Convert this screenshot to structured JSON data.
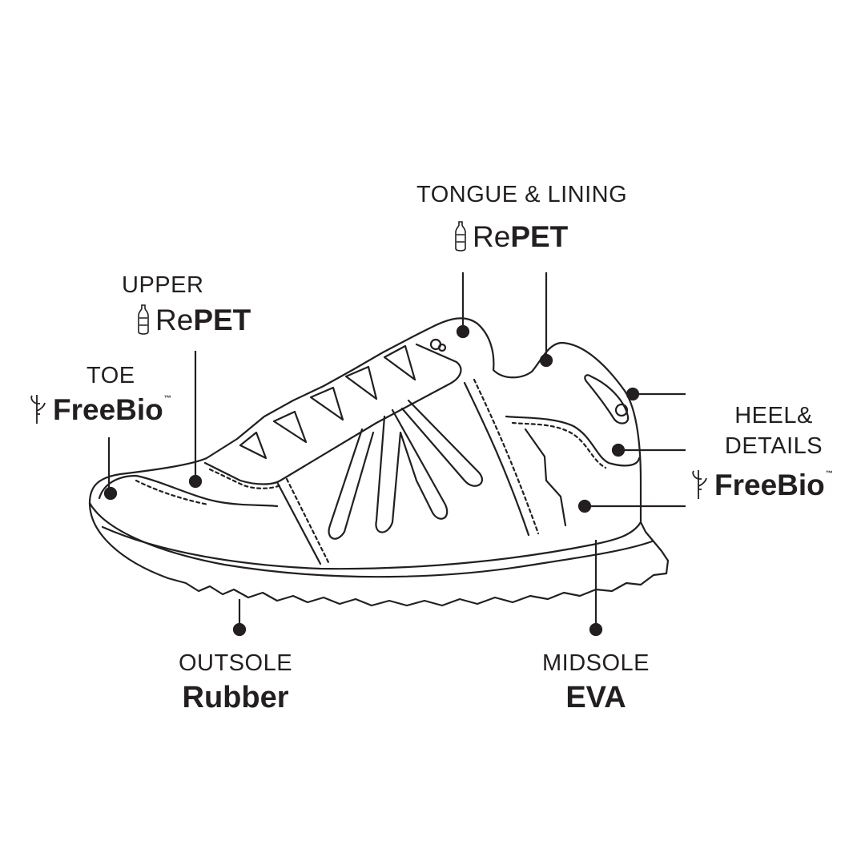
{
  "labels": {
    "tongue": {
      "part": "TONGUE & LINING",
      "material_prefix": "Re",
      "material_main": "PET",
      "icon": "bottle-icon"
    },
    "upper": {
      "part": "UPPER",
      "material_prefix": "Re",
      "material_main": "PET",
      "icon": "bottle-icon"
    },
    "toe": {
      "part": "TOE",
      "material": "FreeBio",
      "trademark": "™",
      "icon": "bamboo-icon"
    },
    "heel": {
      "part_line1": "HEEL&",
      "part_line2": "DETAILS",
      "material": "FreeBio",
      "trademark": "™",
      "icon": "bamboo-icon"
    },
    "outsole": {
      "part": "OUTSOLE",
      "material": "Rubber"
    },
    "midsole": {
      "part": "MIDSOLE",
      "material": "EVA"
    }
  },
  "colors": {
    "ink": "#231f20",
    "background": "#ffffff"
  }
}
